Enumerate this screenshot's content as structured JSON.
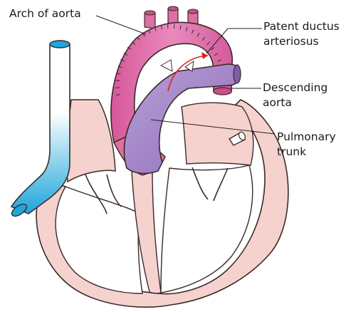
{
  "labels": {
    "arch_of_aorta": "Arch of aorta",
    "patent_ductus_line1": "Patent ductus",
    "patent_ductus_line2": "arteriosus",
    "descending_line1": "Descending",
    "descending_line2": "aorta",
    "pulmonary_line1": "Pulmonary",
    "pulmonary_line2": "trunk"
  },
  "colors": {
    "heart_wall": "#f6d2cf",
    "heart_outline": "#3a2a2a",
    "aorta": "#de6fa3",
    "pulmonary": "#a486c4",
    "vena_cava": "#1fa6dc",
    "flow_arrow": "#e0201c",
    "leader": "#222222"
  }
}
